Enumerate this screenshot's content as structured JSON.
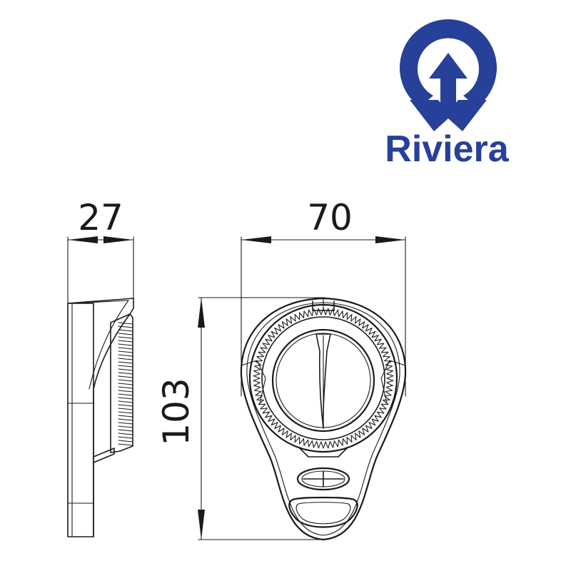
{
  "brand": {
    "name": "Riviera",
    "color": "#27409a"
  },
  "dimensions": {
    "depth": "27",
    "width": "70",
    "height": "103"
  },
  "line_color": "#1a1a1a"
}
